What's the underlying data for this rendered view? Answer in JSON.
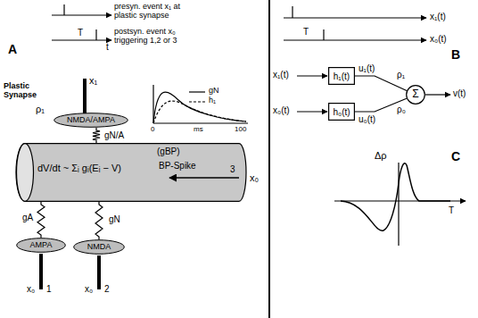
{
  "diagram": {
    "nodes": [
      {
        "text": [
          "NMDA/AMPA"
        ]
      },
      {
        "text": [
          "dV/dt ~ Σᵢ gᵢ(Eᵢ − V)",
          "(gBP)",
          "BP-Spike"
        ]
      },
      {
        "text": [
          "AMPA"
        ]
      },
      {
        "text": [
          "NMDA"
        ]
      },
      {
        "text": [
          "h₁(t)"
        ]
      },
      {
        "text": [
          "h₀(t)"
        ]
      },
      {
        "text": [
          "Σ"
        ]
      }
    ],
    "edges": [
      {
        "from": 0,
        "to": 1,
        "label": "gN/A",
        "arrow": "none"
      },
      {
        "from": 1,
        "to": 2,
        "label": "gA",
        "arrow": "none"
      },
      {
        "from": 1,
        "to": 3,
        "label": "gN",
        "arrow": "none"
      },
      {
        "from": 4,
        "to": 6,
        "label": "u₁(t)",
        "arrow": "none"
      },
      {
        "from": 5,
        "to": 6,
        "label": "u₀(t)",
        "arrow": "none"
      }
    ],
    "labels": [
      "presyn. event x₁ at plastic synapse",
      "T",
      "postsyn. event x₀ triggering 1,2 or 3",
      "t",
      "A",
      "Plastic Synapse",
      "x₁",
      "ρ₁",
      "gN",
      "h₁",
      "0",
      "ms",
      "100",
      "3",
      "x₀",
      "x₀",
      "1",
      "x₀",
      "2",
      "x₁(t)",
      "T",
      "x₀(t)",
      "B",
      "x₁(t)",
      "x₀(t)",
      "ρ₁",
      "ρ₀",
      "v(t)",
      "Δρ",
      "C",
      "T"
    ]
  }
}
